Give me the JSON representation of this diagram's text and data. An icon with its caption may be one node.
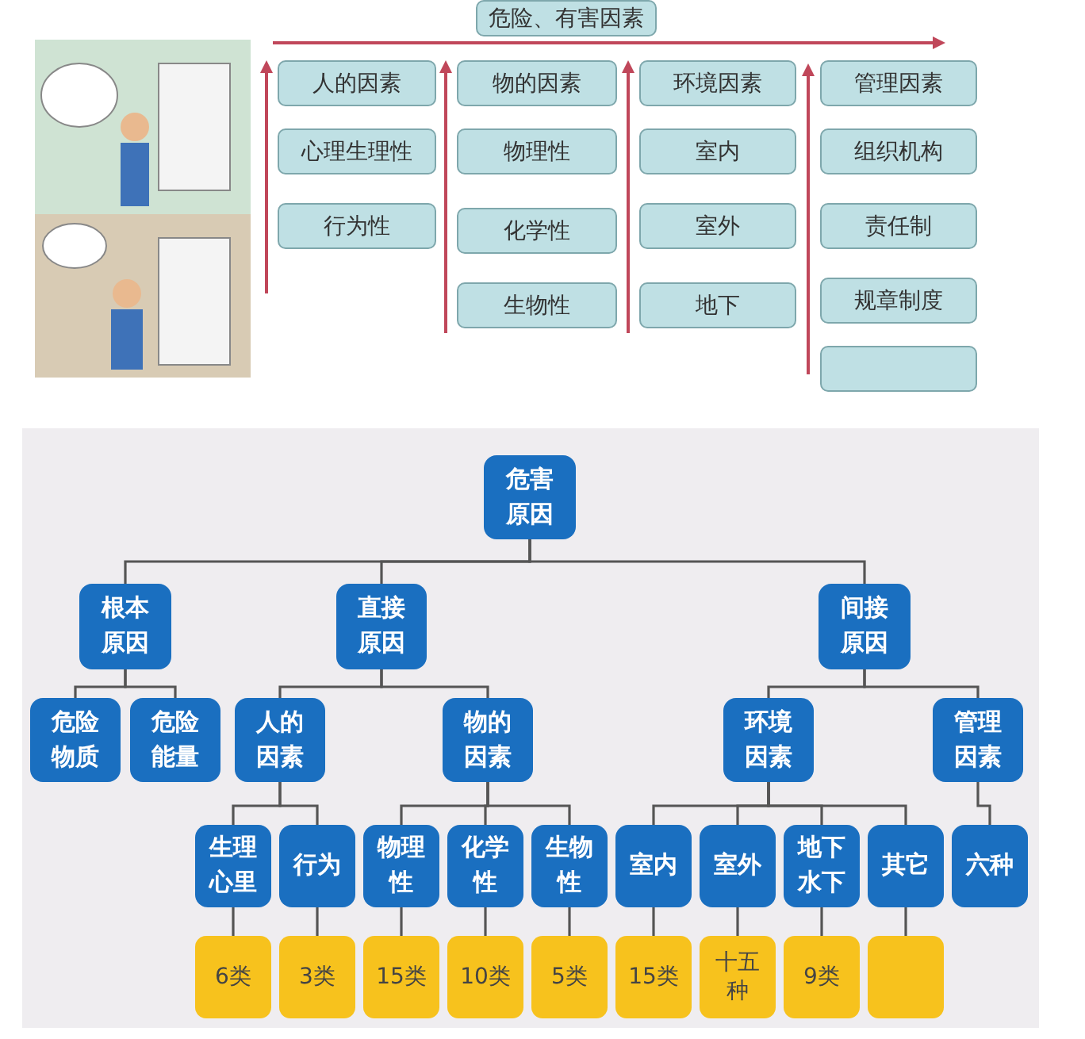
{
  "diagram": {
    "nodes": [
      {
        "text": [
          "危险、有害因素"
        ]
      },
      {
        "text": [
          "人的因素"
        ]
      },
      {
        "text": [
          "心理生理性"
        ]
      },
      {
        "text": [
          "行为性"
        ]
      },
      {
        "text": [
          "物的因素"
        ]
      },
      {
        "text": [
          "物理性"
        ]
      },
      {
        "text": [
          "化学性"
        ]
      },
      {
        "text": [
          "生物性"
        ]
      },
      {
        "text": [
          "环境因素"
        ]
      },
      {
        "text": [
          "室内"
        ]
      },
      {
        "text": [
          "室外"
        ]
      },
      {
        "text": [
          "地下"
        ]
      },
      {
        "text": [
          "管理因素"
        ]
      },
      {
        "text": [
          "组织机构"
        ]
      },
      {
        "text": [
          "责任制"
        ]
      },
      {
        "text": [
          "规章制度"
        ]
      },
      {
        "text": [],
        "shape": "box"
      },
      {
        "text": [
          "危害原因"
        ]
      },
      {
        "text": [
          "根本原因"
        ]
      },
      {
        "text": [
          "直接原因"
        ]
      },
      {
        "text": [
          "间接原因"
        ]
      },
      {
        "text": [
          "危险物质"
        ]
      },
      {
        "text": [
          "危险能量"
        ]
      },
      {
        "text": [
          "人的因素"
        ]
      },
      {
        "text": [
          "物的因素"
        ]
      },
      {
        "text": [
          "环境因素"
        ]
      },
      {
        "text": [
          "管理因素"
        ]
      },
      {
        "text": [
          "生理心里"
        ]
      },
      {
        "text": [
          "行为"
        ]
      },
      {
        "text": [
          "物理性"
        ]
      },
      {
        "text": [
          "化学性"
        ]
      },
      {
        "text": [
          "生物性"
        ]
      },
      {
        "text": [
          "室内"
        ]
      },
      {
        "text": [
          "室外"
        ]
      },
      {
        "text": [
          "地下水下"
        ]
      },
      {
        "text": [
          "其它"
        ]
      },
      {
        "text": [
          "六种"
        ]
      },
      {
        "text": [
          "6类"
        ]
      },
      {
        "text": [
          "3类"
        ]
      },
      {
        "text": [
          "15类"
        ]
      },
      {
        "text": [
          "10类"
        ]
      },
      {
        "text": [
          "5类"
        ]
      },
      {
        "text": [
          "15类"
        ]
      },
      {
        "text": [
          "十五种"
        ]
      },
      {
        "text": [
          "9类"
        ]
      },
      {
        "text": [],
        "shape": "box"
      }
    ],
    "edges": [
      {
        "from": 17,
        "to": 18,
        "arrow": "none"
      },
      {
        "from": 17,
        "to": 19,
        "arrow": "none"
      },
      {
        "from": 17,
        "to": 20,
        "arrow": "none"
      },
      {
        "from": 18,
        "to": 21,
        "arrow": "none"
      },
      {
        "from": 18,
        "to": 22,
        "arrow": "none"
      },
      {
        "from": 19,
        "to": 23,
        "arrow": "none"
      },
      {
        "from": 19,
        "to": 24,
        "arrow": "none"
      },
      {
        "from": 20,
        "to": 25,
        "arrow": "none"
      },
      {
        "from": 20,
        "to": 26,
        "arrow": "none"
      },
      {
        "from": 23,
        "to": 27,
        "arrow": "none"
      },
      {
        "from": 23,
        "to": 28,
        "arrow": "none"
      },
      {
        "from": 24,
        "to": 29,
        "arrow": "none"
      },
      {
        "from": 24,
        "to": 30,
        "arrow": "none"
      },
      {
        "from": 24,
        "to": 31,
        "arrow": "none"
      },
      {
        "from": 25,
        "to": 32,
        "arrow": "none"
      },
      {
        "from": 25,
        "to": 33,
        "arrow": "none"
      },
      {
        "from": 25,
        "to": 34,
        "arrow": "none"
      },
      {
        "from": 25,
        "to": 35,
        "arrow": "none"
      },
      {
        "from": 26,
        "to": 36,
        "arrow": "none"
      },
      {
        "from": 27,
        "to": 37,
        "arrow": "none"
      },
      {
        "from": 28,
        "to": 38,
        "arrow": "none"
      },
      {
        "from": 29,
        "to": 39,
        "arrow": "none"
      },
      {
        "from": 30,
        "to": 40,
        "arrow": "none"
      },
      {
        "from": 31,
        "to": 41,
        "arrow": "none"
      },
      {
        "from": 32,
        "to": 42,
        "arrow": "none"
      },
      {
        "from": 33,
        "to": 43,
        "arrow": "none"
      },
      {
        "from": 34,
        "to": 44,
        "arrow": "none"
      },
      {
        "from": 35,
        "to": 45,
        "arrow": "none"
      }
    ]
  }
}
